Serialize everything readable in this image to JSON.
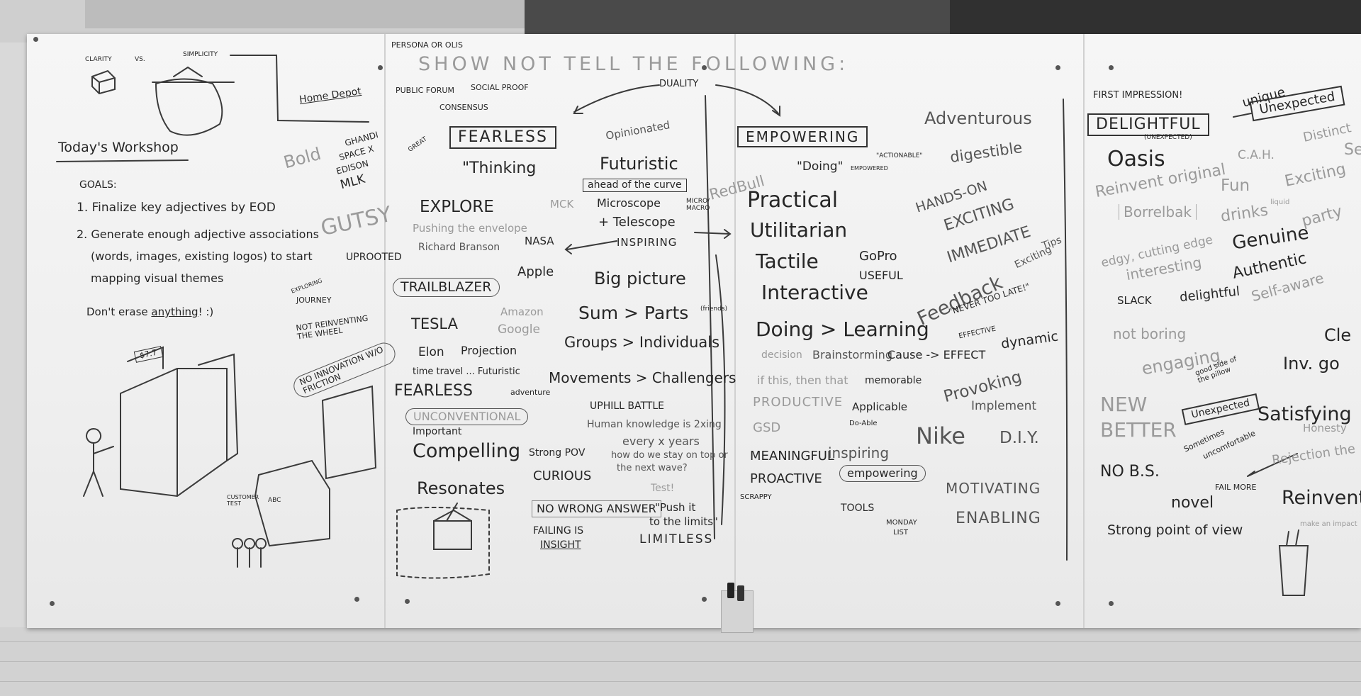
{
  "board": {
    "colors": {
      "ink": "#262626",
      "faint": "#9a9a9a",
      "board": "#f2f2f2"
    },
    "panel1": {
      "clarity": "CLARITY",
      "vs": "VS.",
      "simplicity": "SIMPLICITY",
      "title": "Today's Workshop",
      "goals": "GOALS:",
      "goal1": "1. Finalize key adjectives by EOD",
      "goal2a": "2. Generate enough adjective associations",
      "goal2b": "(words, images, existing logos) to start",
      "goal2c": "mapping visual themes",
      "erase_prefix": "Don't erase ",
      "erase_word": "anything",
      "erase_suffix": "! :)",
      "sign": "$7.7",
      "customer_test": "CUSTOMER TEST",
      "abc": "ABC"
    },
    "panel2": {
      "persona": "PERSONA OR OLIS",
      "banner": "SHOW  NOT  TELL  THE FOLLOWING:",
      "home_depot": "Home Depot",
      "public_forum": "PUBLIC FORUM",
      "social_proof": "SOCIAL PROOF",
      "consensus": "CONSENSUS",
      "duality": "DUALITY",
      "bold": "Bold",
      "gandhi": "GHANDI",
      "space_x": "SPACE X",
      "edison": "EDISON",
      "mlk": "MLK",
      "guts": "GUTSY",
      "great": "GREAT",
      "fearless": "FEARLESS",
      "opinionated": "Opinionated",
      "thinking": "\"Thinking",
      "futuristic": "Futuristic",
      "ahead": "ahead of the curve",
      "explore": "EXPLORE",
      "mck": "MCK",
      "pushing": "Pushing the envelope",
      "microscope": "Microscope",
      "telescope": "+ Telescope",
      "micro_macro": "MICRO/ MACRO",
      "nasa": "NASA",
      "richard": "Richard Branson",
      "inspiring": "INSPIRING",
      "uprooted": "UPROOTED",
      "exploring": "EXPLORING",
      "journey": "JOURNEY",
      "trailblazer": "TRAILBLAZER",
      "apple": "Apple",
      "big_picture": "Big picture",
      "not_reinventing": "NOT REINVENTING THE WHEEL",
      "tesla": "TESLA",
      "amazon": "Amazon",
      "google": "Google",
      "sum_parts": "Sum > Parts",
      "friends": "(friends)",
      "no_innovation": "NO INNOVATION W/O FRICTION",
      "elon": "Elon",
      "projection": "Projection",
      "groups": "Groups > Individuals",
      "time_travel": "time travel ... Futuristic",
      "movements": "Movements > Challengers",
      "fearless2": "FEARLESS",
      "adventure": "adventure",
      "unconventional": "UNCONVENTIONAL",
      "uphill": "UPHILL BATTLE",
      "important": "Important",
      "human_knowledge": "Human knowledge is 2xing",
      "every_x": "every x years",
      "how_do": "how do we stay on top or",
      "next_wave": "the next wave?",
      "compelling": "Compelling",
      "strong_pov": "Strong POV",
      "curious": "CURIOUS",
      "resonates": "Resonates",
      "test": "Test!",
      "no_wrong": "NO WRONG ANSWER",
      "failing": "FAILING IS",
      "insight": "INSIGHT",
      "push": "\"Push it",
      "to_limits": "to the limits\"",
      "limitless": "LIMITLESS"
    },
    "panel3": {
      "empowering": "EMPOWERING",
      "adventurous": "Adventurous",
      "redbull": "RedBull",
      "doing": "\"Doing\"",
      "empowered": "EMPOWERED",
      "actionable": "\"ACTIONABLE\"",
      "digestible": "digestible",
      "practical": "Practical",
      "hands_on": "HANDS-ON",
      "exciting": "EXCITING",
      "utilitarian": "Utilitarian",
      "immediate": "IMMEDIATE",
      "tips": "Tips",
      "tactile": "Tactile",
      "gopro": "GoPro",
      "useful": "USEFUL",
      "interactive": "Interactive",
      "feedback": "Feedback",
      "never_late": "\"NEVER TOO LATE!\"",
      "exciting2": "Exciting",
      "doing_learning": "Doing > Learning",
      "effective": "EFFECTIVE",
      "dynamic": "dynamic",
      "decision": "decision",
      "brainstorming": "Brainstorming",
      "cause_effect": "Cause -> EFFECT",
      "if_then": "if this, then that",
      "memorable": "memorable",
      "provoking": "Provoking",
      "productive": "PRODUCTIVE",
      "applicable": "Applicable",
      "doable": "Do-Able",
      "implement": "Implement",
      "gsd": "GSD",
      "nike": "Nike",
      "diy": "D.I.Y.",
      "meaningful": "MEANINGFUL",
      "inspiring2": "inspiring",
      "proactive": "PROACTIVE",
      "empowering2": "empowering",
      "scrappy": "SCRAPPY",
      "motivating": "MOTIVATING",
      "tools": "TOOLS",
      "enabling": "ENABLING",
      "monday": "MONDAY",
      "list": "LIST"
    },
    "panel4": {
      "first_impression": "FIRST IMPRESSION!",
      "unique": "unique",
      "delightful": "DELIGHTFUL",
      "unexpected_small": "(UNEXPECTED)",
      "unexpected_box": "Unexpected",
      "distinct": "Distinct",
      "oasis": "Oasis",
      "cah": "C.A.H.",
      "reinvent": "Reinvent original",
      "fun": "Fun",
      "exciting": "Exciting",
      "se": "Se",
      "borrelbak": "Borrelbak",
      "drinks": "drinks",
      "liquid": "liquid",
      "party": "party",
      "edgy": "edgy, cutting edge",
      "genuine": "Genuine",
      "interesting": "interesting",
      "authentic": "Authentic",
      "slack": "SLACK",
      "delightful2": "delightful",
      "self_aware": "Self-aware",
      "not_boring": "not boring",
      "clev": "Cle",
      "engaging": "engaging",
      "inv": "Inv. go",
      "good_side": "good side of the pillow",
      "new": "NEW",
      "better": "BETTER",
      "unexpected2": "Unexpected",
      "satisfying": "Satisfying",
      "sometimes": "Sometimes",
      "uncomfortable": "uncomfortable",
      "no_bs": "NO B.S.",
      "failmore": "FAIL MORE",
      "rejection": "Rejection the",
      "honesty": "Honesty",
      "novel": "novel",
      "reinvented": "Reinvente",
      "strong_pov": "Strong point of view",
      "make_impact": "make an impact"
    }
  }
}
